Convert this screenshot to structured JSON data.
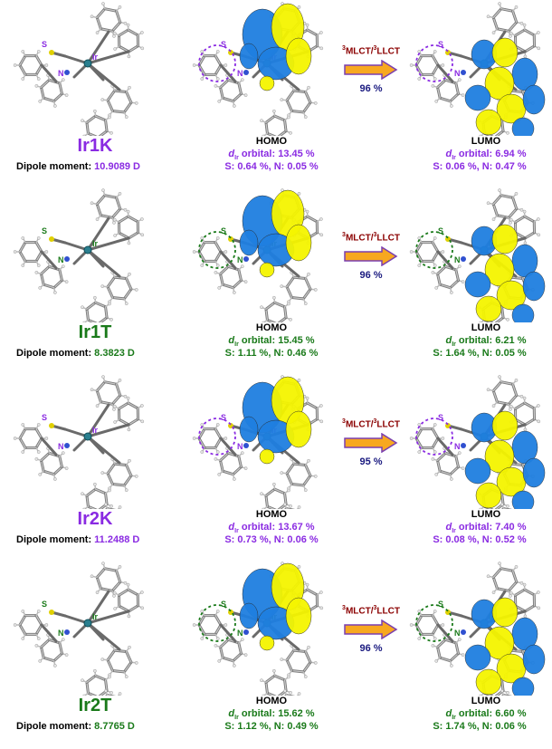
{
  "labels": {
    "homo": "HOMO",
    "lumo": "LUMO",
    "dipole": "Dipole moment:",
    "transition": "MLCT/",
    "transition2": "LLCT",
    "sup": "3",
    "orbital_d": "d",
    "orbital_sub": "Ir",
    "orbital_word": " orbital: ",
    "atom_ir": "Ir",
    "atom_s": "S",
    "atom_n": "N"
  },
  "colors": {
    "purple": "#8a2be2",
    "green": "#1a7a1a",
    "navy": "#1a1a80",
    "maroon": "#8b0000",
    "blue": "#1f7fe0",
    "yellow": "#f5f500"
  },
  "panels": [
    {
      "name": "Ir1K",
      "color": "purple",
      "dipole": "10.9089 D",
      "pct": "96 %",
      "homo_d": "13.45 %",
      "homo_sn": "S: 0.64 %, N: 0.05 %",
      "lumo_d": "6.94 %",
      "lumo_sn": "S: 0.06 %, N: 0.47 %"
    },
    {
      "name": "Ir1T",
      "color": "green",
      "dipole": "8.3823 D",
      "pct": "96 %",
      "homo_d": "15.45 %",
      "homo_sn": "S: 1.11 %, N: 0.46 %",
      "lumo_d": "6.21 %",
      "lumo_sn": "S: 1.64 %, N: 0.05 %"
    },
    {
      "name": "Ir2K",
      "color": "purple",
      "dipole": "11.2488 D",
      "pct": "95 %",
      "homo_d": "13.67 %",
      "homo_sn": "S: 0.73 %, N: 0.06 %",
      "lumo_d": "7.40 %",
      "lumo_sn": "S: 0.08 %, N: 0.52 %"
    },
    {
      "name": "Ir2T",
      "color": "green",
      "dipole": "8.7765 D",
      "pct": "96 %",
      "homo_d": "15.62 %",
      "homo_sn": "S: 1.12 %, N: 0.49 %",
      "lumo_d": "6.60 %",
      "lumo_sn": "S: 1.74 %, N: 0.06 %"
    }
  ]
}
